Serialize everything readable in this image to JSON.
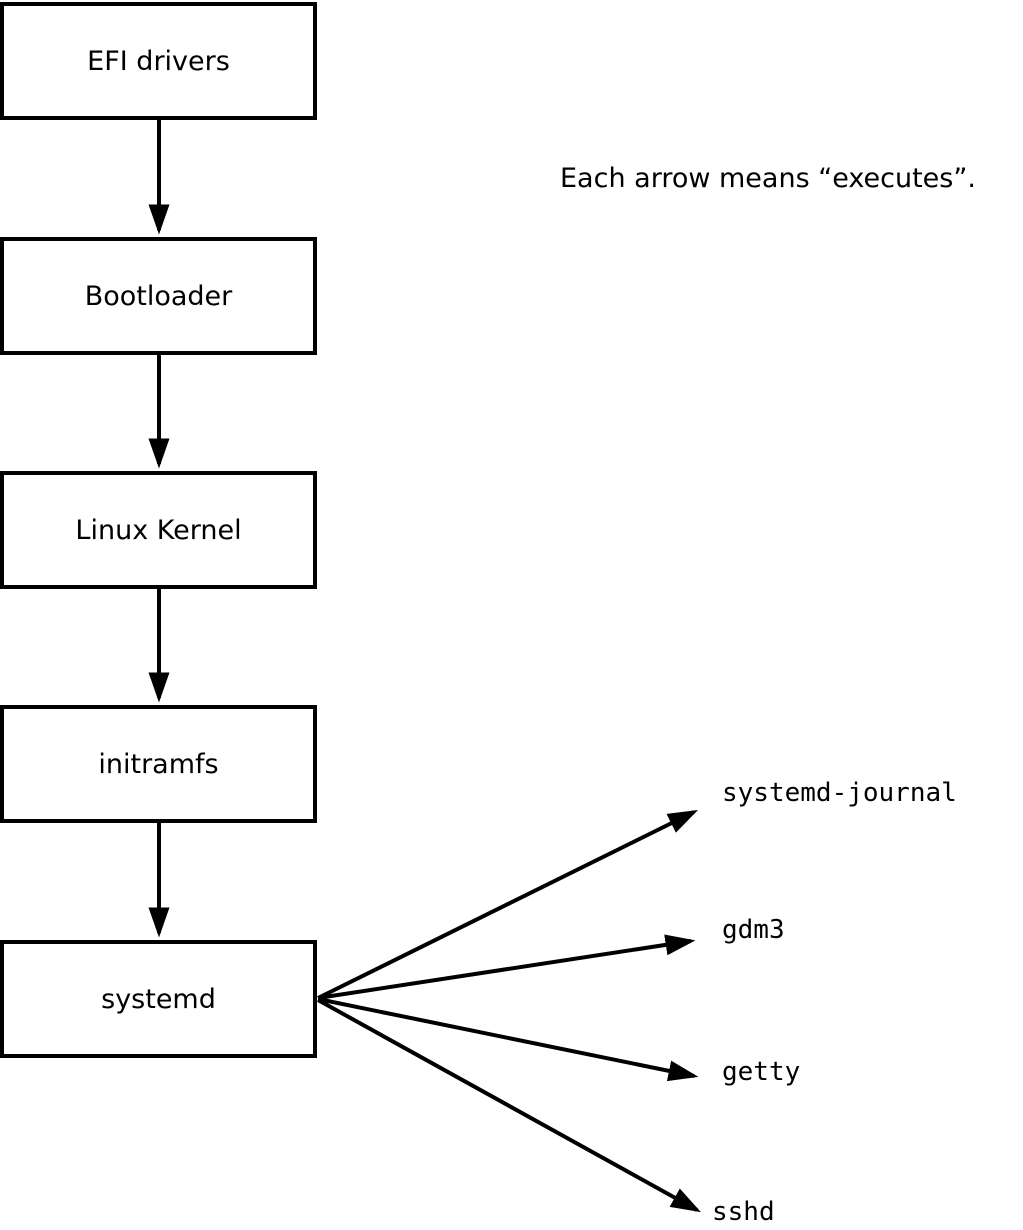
{
  "note": "Each arrow means “executes”.",
  "chain": [
    {
      "label": "EFI drivers"
    },
    {
      "label": "Bootloader"
    },
    {
      "label": "Linux Kernel"
    },
    {
      "label": "initramfs"
    },
    {
      "label": "systemd"
    }
  ],
  "spawned": [
    {
      "label": "systemd-journal"
    },
    {
      "label": "gdm3"
    },
    {
      "label": "getty"
    },
    {
      "label": "sshd"
    }
  ],
  "colors": {
    "line": "#000000",
    "box_border": "#000000",
    "box_fill": "#ffffff",
    "text": "#000000",
    "background": "#ffffff"
  },
  "chart_data": {
    "type": "table",
    "title": "Linux boot chain diagram",
    "edges": [
      [
        "EFI drivers",
        "Bootloader"
      ],
      [
        "Bootloader",
        "Linux Kernel"
      ],
      [
        "Linux Kernel",
        "initramfs"
      ],
      [
        "initramfs",
        "systemd"
      ],
      [
        "systemd",
        "systemd-journal"
      ],
      [
        "systemd",
        "gdm3"
      ],
      [
        "systemd",
        "getty"
      ],
      [
        "systemd",
        "sshd"
      ]
    ],
    "annotation": "Each arrow means “executes”."
  }
}
